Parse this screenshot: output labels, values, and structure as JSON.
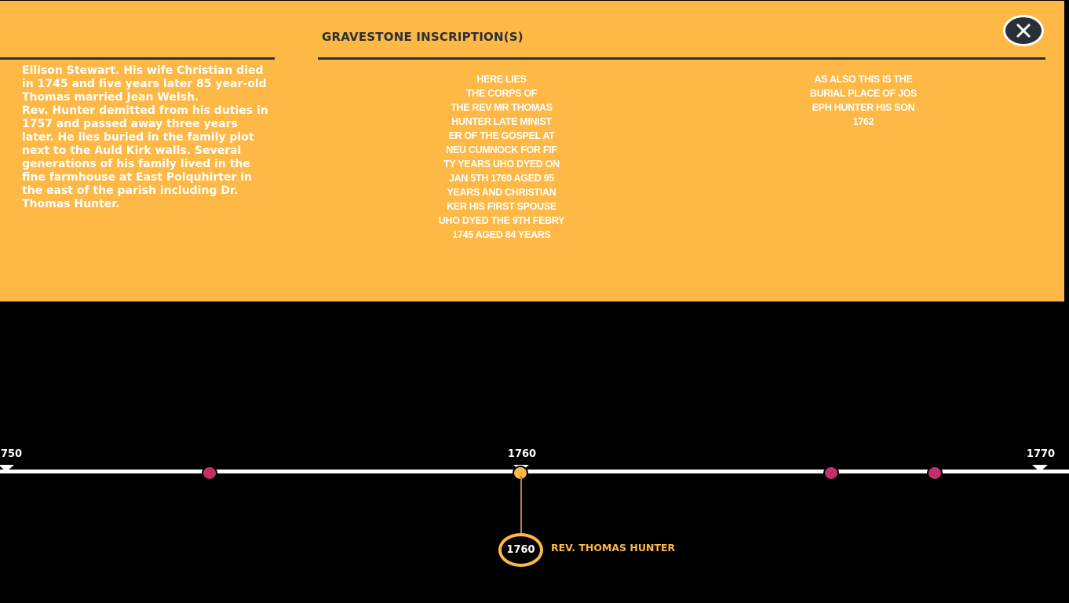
{
  "panel": {
    "heading": "GRAVESTONE INSCRIPTION(S)",
    "bio": "Ellison Stewart. His wife Christian died in 1745 and five years later 85 year-old Thomas married Jean Welsh.\nRev. Hunter demitted from his duties in 1757 and passed away three years later. He lies buried in the family plot next to the Auld Kirk walls. Several generations of his family lived in the fine farmhouse at East Polquhirter in the east of the parish including Dr. Thomas Hunter.",
    "inscriptions": [
      "HERE LIES\nTHE CORPS OF\nTHE REV MR THOMAS\nHUNTER LATE MINIST\nER OF THE GOSPEL AT\nNEU CUMNOCK FOR FIF\nTY YEARS UHO DYED ON\nJAN 5TH 1760 AGED 95\nYEARS AND CHRISTIAN\nKER HIS FIRST SPOUSE\nUHO DYED THE 9TH FEBRY\n1745 AGED 84 YEARS",
      "AS ALSO THIS IS THE\nBURIAL PLACE OF JOS\nEPH HUNTER HIS SON\n1762"
    ],
    "close_icon": "close-icon"
  },
  "timeline": {
    "ticks": [
      "1750",
      "1760",
      "1770"
    ],
    "selected_event": {
      "year": "1760",
      "name": "REV. THOMAS HUNTER"
    },
    "colors": {
      "event": "#c2306a",
      "selected": "#fdb845",
      "panel": "#fdb845"
    }
  }
}
